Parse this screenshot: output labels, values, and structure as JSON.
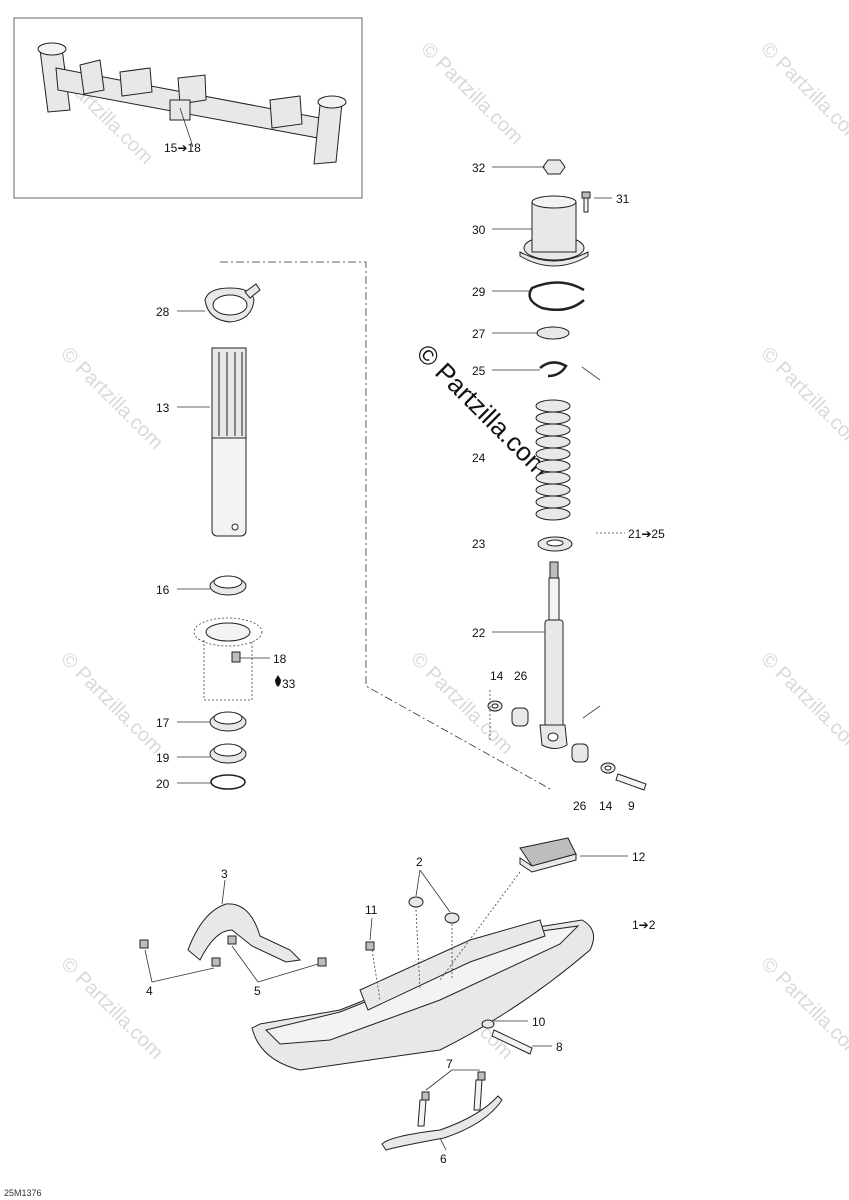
{
  "watermark": {
    "text": "© Partzilla.com",
    "center_text": "© Partzilla.com"
  },
  "diagram_code": "25M1376",
  "callouts": {
    "c15_18": "15➔18",
    "c32": "32",
    "c31": "31",
    "c30": "30",
    "c29": "29",
    "c27": "27",
    "c25": "25",
    "c24": "24",
    "c21_25": "21➔25",
    "c23": "23",
    "c22": "22",
    "c14a": "14",
    "c26a": "26",
    "c26b": "26",
    "c14b": "14",
    "c9": "9",
    "c28": "28",
    "c13": "13",
    "c16": "16",
    "c18": "18",
    "c33": "33",
    "c17": "17",
    "c19": "19",
    "c20": "20",
    "c3": "3",
    "c2": "2",
    "c12": "12",
    "c11": "11",
    "c1_2": "1➔2",
    "c4": "4",
    "c5": "5",
    "c10": "10",
    "c8": "8",
    "c7": "7",
    "c6": "6"
  },
  "colors": {
    "line": "#222222",
    "watermark": "#d9d9d9"
  }
}
